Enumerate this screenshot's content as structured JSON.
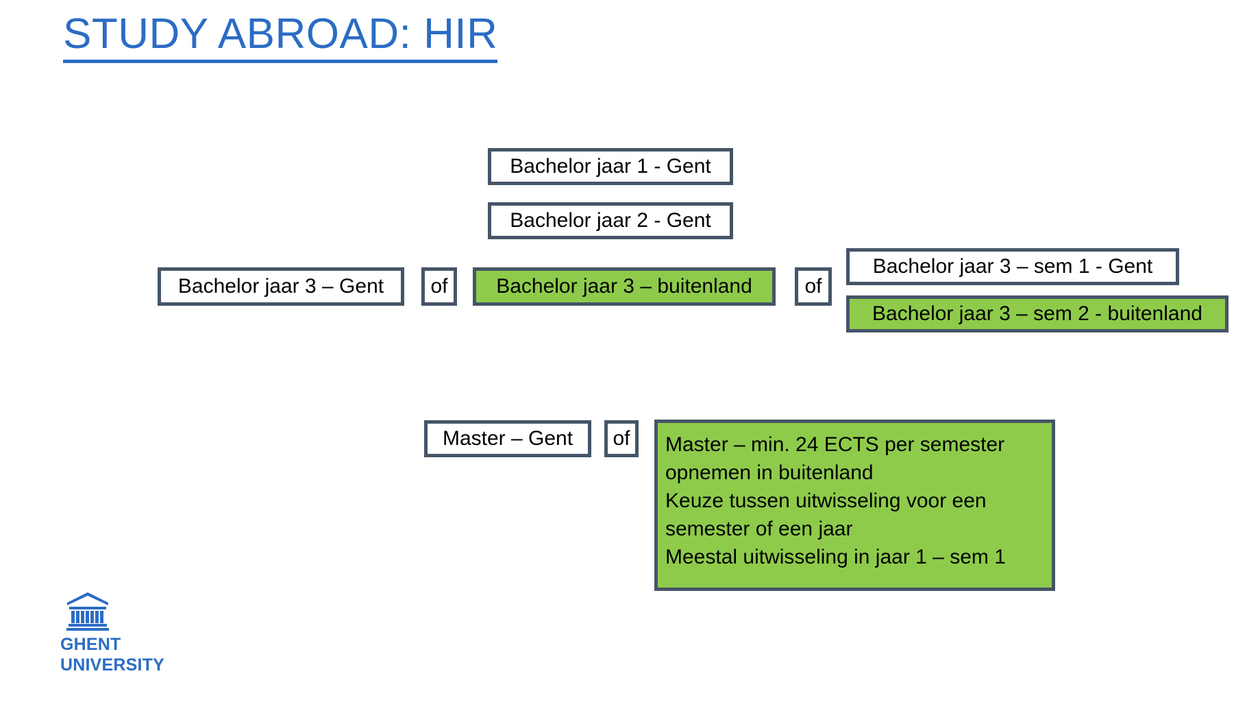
{
  "slide": {
    "title": "STUDY ABROAD: HIR",
    "accent_color": "#2b6cc4",
    "box_border_color": "#455568",
    "highlight_color": "#8ecb4b",
    "background_color": "#ffffff"
  },
  "bachelor": {
    "year1": "Bachelor jaar 1 - Gent",
    "year2": "Bachelor jaar 2 - Gent",
    "year3_gent": "Bachelor jaar 3 – Gent",
    "connector_1": "of",
    "year3_abroad": "Bachelor jaar 3 – buitenland",
    "connector_2": "of",
    "year3_sem1_gent": "Bachelor jaar 3 – sem 1 - Gent",
    "year3_sem2_abroad": "Bachelor jaar 3 – sem 2 - buitenland"
  },
  "master": {
    "gent": "Master – Gent",
    "connector": "of",
    "abroad_lines": [
      "Master – min. 24 ECTS per semester",
      "opnemen in buitenland",
      "Keuze tussen uitwisseling voor een",
      "semester of een jaar",
      "Meestal uitwisseling in jaar 1 – sem 1"
    ]
  },
  "logo": {
    "icon": "classical-building-icon",
    "line1": "GHENT",
    "line2": "UNIVERSITY"
  }
}
